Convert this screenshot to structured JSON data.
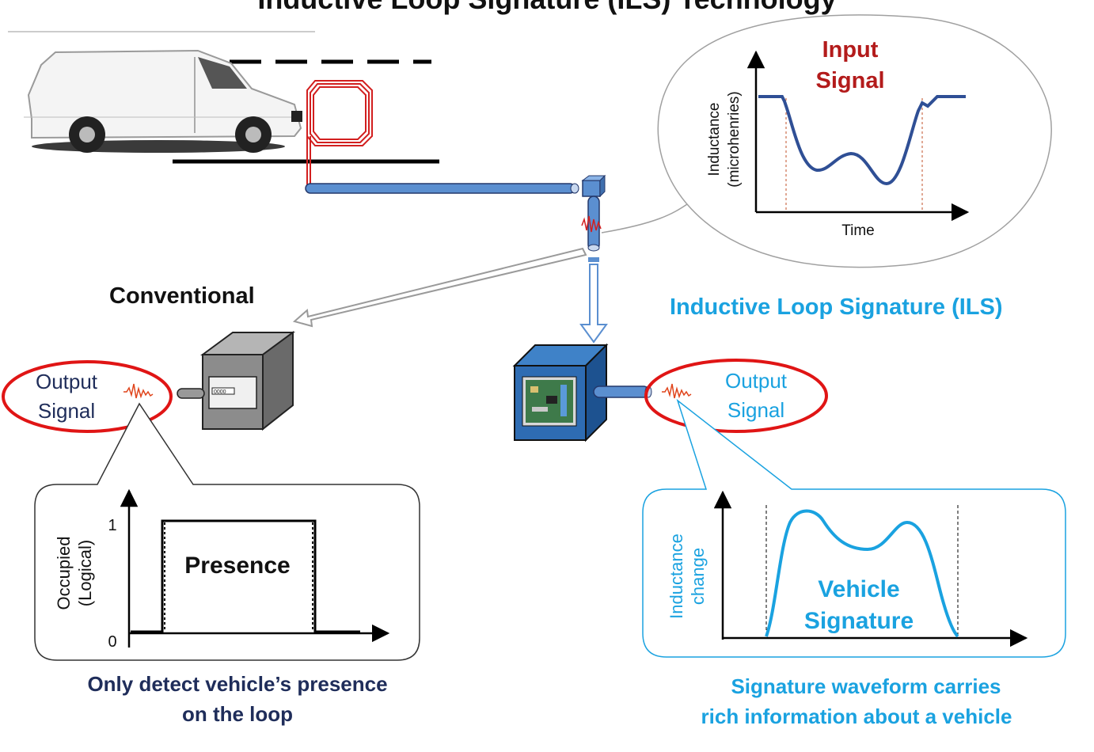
{
  "title": "Inductive Loop Signature (ILS) Technology",
  "colors": {
    "loop_red": "#d21f1f",
    "input_title": "#b31b1b",
    "ils_blue": "#1aa2e0",
    "navy": "#1f2d5a",
    "curve_blue": "#2f4f95",
    "pipe_blue": "#5b8fd0"
  },
  "input_bubble": {
    "title_line1": "Input",
    "title_line2": "Signal",
    "ylabel_line1": "Inductance",
    "ylabel_line2": "(microhenries)",
    "xlabel": "Time"
  },
  "conventional": {
    "heading": "Conventional",
    "output_line1": "Output",
    "output_line2": "Signal",
    "graph": {
      "ylabel_line1": "Occupied",
      "ylabel_line2": "(Logical)",
      "tick_high": "1",
      "tick_low": "0",
      "label": "Presence"
    },
    "caption_line1": "Only detect vehicle’s presence",
    "caption_line2": "on the loop"
  },
  "ils": {
    "heading": "Inductive Loop Signature (ILS)",
    "output_line1": "Output",
    "output_line2": "Signal",
    "graph": {
      "ylabel_line1": "Inductance",
      "ylabel_line2": "change",
      "label_line1": "Vehicle",
      "label_line2": "Signature"
    },
    "caption_line1": "Signature waveform carries",
    "caption_line2": "rich information about a vehicle"
  },
  "icons": [
    "van-image",
    "loop-coil",
    "detector-box-conventional",
    "detector-box-ils",
    "waveform-icon"
  ]
}
